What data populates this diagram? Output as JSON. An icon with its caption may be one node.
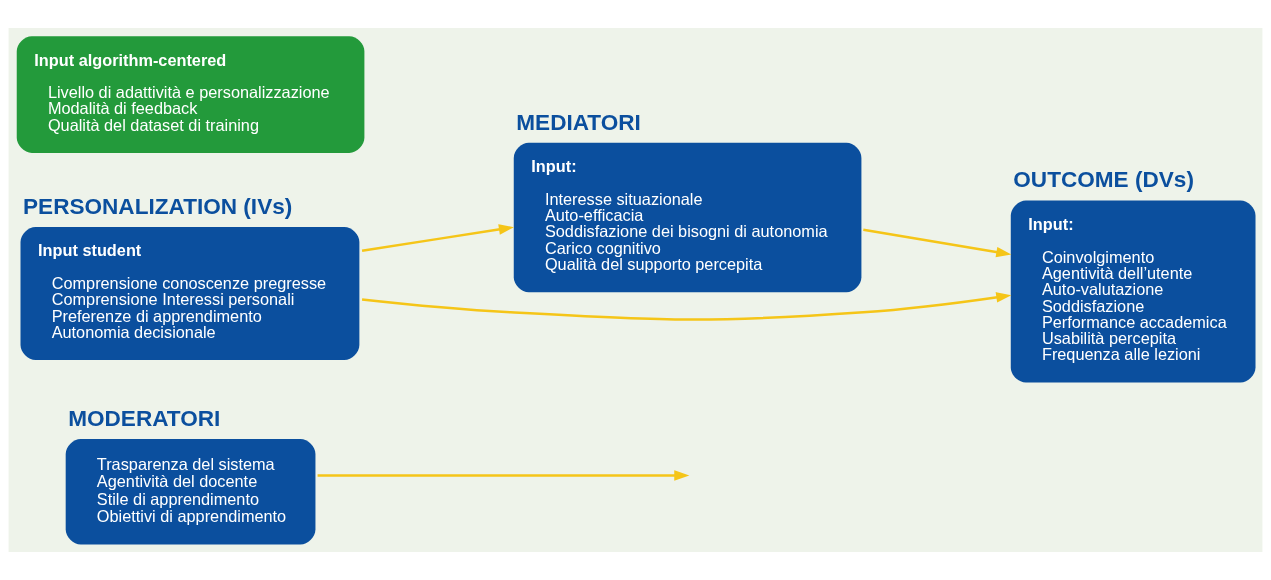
{
  "diagram": {
    "nodes": [
      {
        "text": [
          "MODERATORI",
          "Trasparenza del sistema",
          "Agentività del docente",
          "Stile di apprendimento",
          "Obiettivi di apprendimento"
        ]
      },
      {
        "text": [
          "PERSONALIZATION (IVs)",
          "Input student",
          "Comprensione conoscenze pregresse",
          "Comprensione Interessi personali",
          "Preferenze di apprendimento",
          "Autonomia decisionale"
        ]
      },
      {
        "text": [
          "Input algorithm-centered",
          "Livello di adattività e personalizzazione",
          "Modalità di feedback",
          "Qualità del dataset di training"
        ]
      },
      {
        "text": [
          "MEDIATORI",
          "Input:",
          "Interesse situazionale",
          "Auto-efficacia",
          "Soddisfazione dei bisogni di autonomia",
          "Carico cognitivo",
          "Qualità del supporto percepita"
        ]
      },
      {
        "text": [
          "OUTCOME (DVs)",
          "Input:",
          "Coinvolgimento",
          "Agentività dell’utente",
          "Auto-valutazione",
          "Soddisfazione",
          "Performance accademica",
          "Usabilità percepita",
          "Frequenza alle lezioni"
        ]
      }
    ],
    "edges": [
      {
        "from": 0,
        "to": null,
        "arrow": "to"
      },
      {
        "from": 1,
        "to": 3,
        "arrow": "to"
      },
      {
        "from": 3,
        "to": 4,
        "arrow": "to"
      },
      {
        "from": 1,
        "to": 4,
        "arrow": "to"
      }
    ]
  }
}
